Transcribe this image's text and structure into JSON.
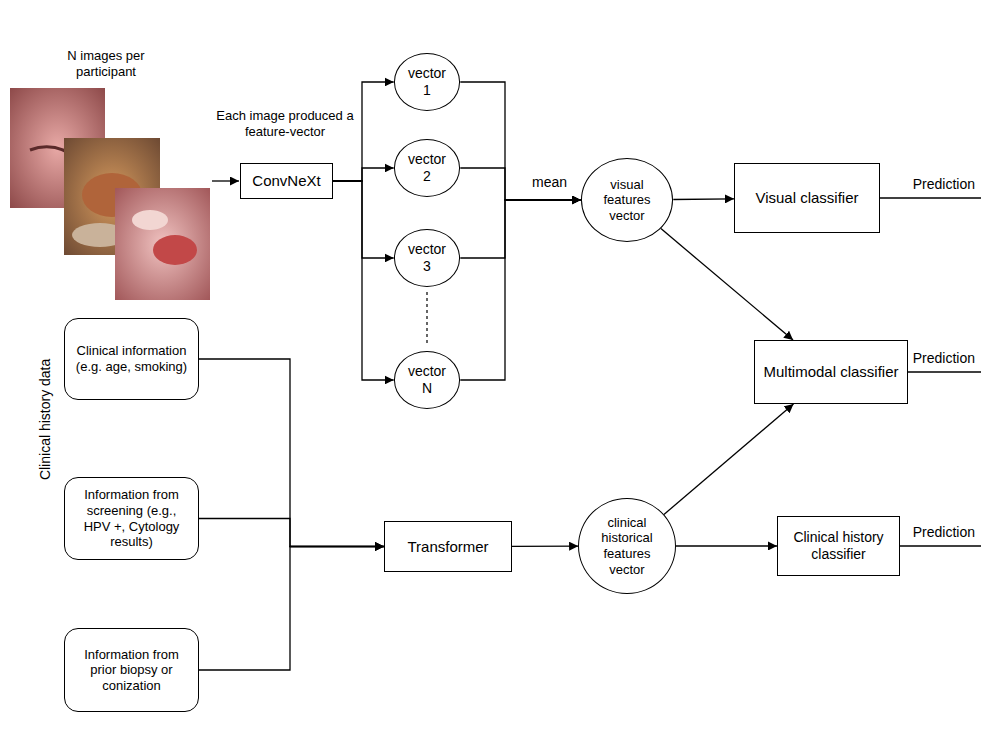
{
  "diagram": {
    "nodes": [
      {
        "text": [
          "ConvNeXt"
        ]
      },
      {
        "text": [
          "vector 1"
        ]
      },
      {
        "text": [
          "vector 2"
        ]
      },
      {
        "text": [
          "vector 3"
        ]
      },
      {
        "text": [
          "vector N"
        ]
      },
      {
        "text": [
          "visual features vector"
        ]
      },
      {
        "text": [
          "Visual classifier"
        ]
      },
      {
        "text": [
          "Multimodal classifier"
        ]
      },
      {
        "text": [
          "Clinical information (e.g. age, smoking)"
        ]
      },
      {
        "text": [
          "Information from screening (e.g., HPV +, Cytology results)"
        ]
      },
      {
        "text": [
          "Information from prior biopsy or conization"
        ]
      },
      {
        "text": [
          "Transformer"
        ]
      },
      {
        "text": [
          "clinical historical features vector"
        ]
      },
      {
        "text": [
          "Clinical history classifier"
        ]
      }
    ],
    "edges": [
      {
        "from": 0,
        "to": 1,
        "arrow": "to"
      },
      {
        "from": 0,
        "to": 2,
        "arrow": "to"
      },
      {
        "from": 0,
        "to": 3,
        "arrow": "to"
      },
      {
        "from": 0,
        "to": 4,
        "arrow": "to"
      },
      {
        "from": 1,
        "to": 5,
        "arrow": "to"
      },
      {
        "from": 2,
        "to": 5,
        "arrow": "to"
      },
      {
        "from": 3,
        "to": 5,
        "arrow": "to"
      },
      {
        "from": 4,
        "to": 5,
        "arrow": "to"
      },
      {
        "from": 5,
        "to": 6,
        "arrow": "to"
      },
      {
        "from": 5,
        "to": 7,
        "arrow": "to"
      },
      {
        "from": 8,
        "to": 11,
        "arrow": "to"
      },
      {
        "from": 9,
        "to": 11,
        "arrow": "to"
      },
      {
        "from": 10,
        "to": 11,
        "arrow": "to"
      },
      {
        "from": 11,
        "to": 12,
        "arrow": "to"
      },
      {
        "from": 12,
        "to": 7,
        "arrow": "to"
      },
      {
        "from": 12,
        "to": 13,
        "arrow": "to"
      }
    ],
    "labels": [
      "N images per participant",
      "Each image produced a feature-vector",
      "mean",
      "Prediction",
      "Prediction",
      "Prediction",
      "Clinical history data"
    ]
  }
}
